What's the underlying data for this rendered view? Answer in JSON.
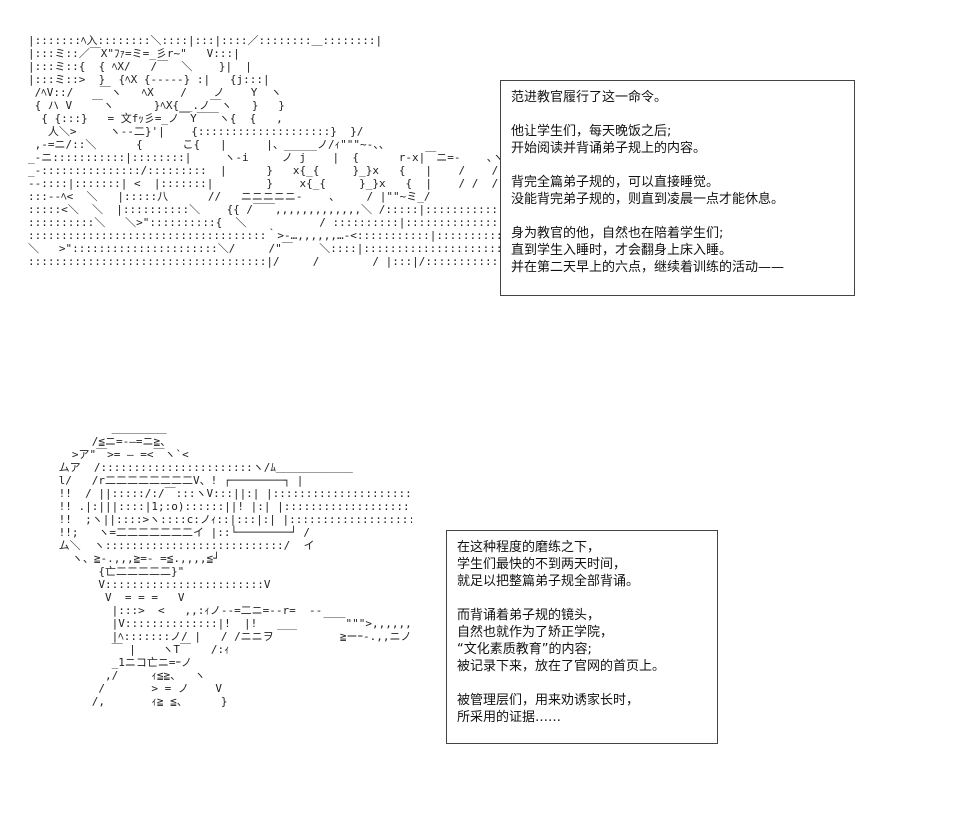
{
  "panels": [
    {
      "art": "|:::::::ﾍ入::::::::＼::::|:::|::::／::::::::＿::::::::|\n|:::ミ::／￣X\"ﾌｧ=ミ=_彡r~\"   V:::|\n|:::ミ::{  { ﾍX/   /￣  ＼    }|  |\n|:::ミ::>  }  {ﾍX {-----} :|   {j:::|\n /ﾍV::/    ￣ヽ   ﾍX    /    ノ    Y  ヽ\n { ハ V   ￣ヽ      }ﾍX{__.ノ￣ヽ   }   }\n  { {:::}   = 文fｯ彡=_ノ￣Y￣￣ヽ{  {   ,\n   人＼>     ヽ--二}'|    {::::::::::::::::::::}  }/\n ,-=ニ/::＼      {      こ{   |      |、_____ノ/ｨ\"\"\"~-、、\n_-ニ:::::::::::|::::::::|     ヽ-i     ノ j    |  {      r-x|￣ニ=-    ､ヽ\n_-:::::::::::::::/:::::::::  |      }   x{_{     }_}x   {   |    /    /   /\n--::::|:::::::| <  |:::::::|        }    x{_{     }_}x   {  |    / /  /\n:::--ﾍ<  ＼   |:::::八      //   ニニニニニ-    、    / |\"\"~ミ_/\n:::::<＼  ＼  |::::::::::＼    {{ /￣￣,,,,,,,,,,,,,＼ /:::::|:::::::::::::::: \"\"~\n::::::::::＼   ＼>\"::::::::::{  ＼           / ::::::::::|::::::::::::::::::::\n::::::::::::::::::::::::::::::::::::｀>-…,,,,,,…-<:::::::::::|::::::::::::::::::::::::\n＼   >\"::::::::::::::::::::::＼/     /\"￣    ＼::::|:::::::::::::::::::::::::::|:::::::::::\n::::::::::::::::::::::::::::::::::::|/     /        / |:::|/::::::::::::::::::::::::::|:::::::::::",
      "narration": [
        "范进教官履行了这一命令。",
        "",
        "他让学生们，每天晚饭之后;",
        "开始阅读并背诵弟子规上的内容。",
        "",
        "背完全篇弟子规的，可以直接睡觉。",
        "没能背完弟子规的，则直到凌晨一点才能休息。",
        "",
        "身为教官的他，自然也在陪着学生们;",
        "直到学生入睡时，才会翻身上床入睡。",
        "并在第二天早上的六点，继续着训练的活动——"
      ]
    },
    {
      "art": "         ＿＿＿＿＿\n      /≦ニ=-―=ニ≧、\n   >ア\"￣>= ― =<￣ヽ`<\n ムア  /:::::::::::::::::::::::ヽ/ﾑ＿＿＿＿＿＿＿\n l/   /r二二二二二二二二V、! ┌────────┐ |\n !!  / ||:::::/:/￣:::ヽV:::||:| |::::::::::::::::::::::::| |\n !! .|:|||::::|1;:o)::::::||! |:| |::::::::::::::::::::::::| |\n !!  ;ヽ||::::>ヽ::::c:ノｨ::|:::|:| |::::::::::::::::::::::::| |\n !!;   ヽ=二二二二二二二イ |::└────────┘ /\n ム＼  ヽ:::::::::::::::::::::::::::/  イ\n   ヽ、≧-.,,,≧=- =≦.,,,,≦┘\n       {亡二二二二二}\"\n       V::::::::::::::::::::::::V\n        V  = = =   V\n         |:::>  <   ,,:ｨノ--=二ニ=--r=  --\n         |V::::::::::::::|!  |!   ___    ￣￣\"\"\">,,,,,,\"\"\"\n         |ﾍ:::::::ノ/ |   / /ニニヲ          ≧ーｰ-.,,ニノ\n         ￣ |    ヽT￣   /:ｨ\n         _1ニコ亡ニ=ｰノ\n        ,/     ｨ≦≧、  ヽ\n       /       > = ノ    V\n      /,       ｨ≧ ≦、     }",
      "narration": [
        "在这种程度的磨练之下，",
        "学生们最快的不到两天时间，",
        "就足以把整篇弟子规全部背诵。",
        "",
        "而背诵着弟子规的镜头，",
        "自然也就作为了矫正学院，",
        "“文化素质教育”的内容;",
        "被记录下来，放在了官网的首页上。",
        "",
        "被管理层们，用来劝诱家长时，",
        "所采用的证据……"
      ]
    }
  ]
}
